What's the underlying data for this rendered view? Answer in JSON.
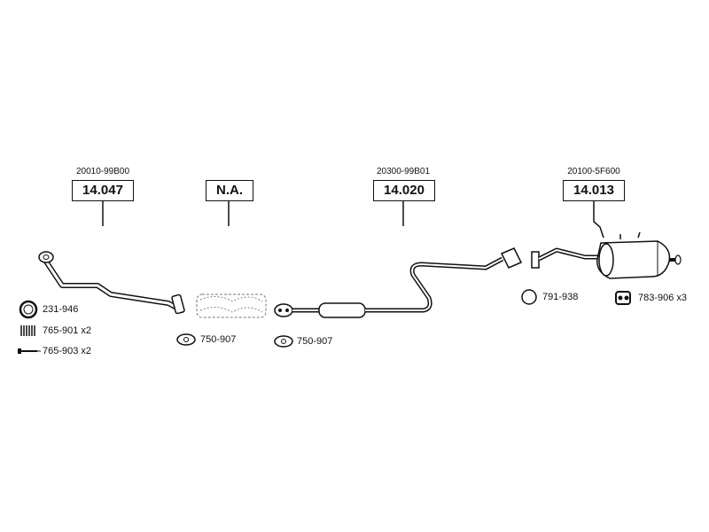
{
  "sections": [
    {
      "oe": "20010-99B00",
      "ref": "14.047"
    },
    {
      "oe": "",
      "ref": "N.A."
    },
    {
      "oe": "20300-99B01",
      "ref": "14.020"
    },
    {
      "oe": "20100-5F600",
      "ref": "14.013"
    }
  ],
  "parts": [
    {
      "code": "231-946",
      "icon": "gasket-ring-icon"
    },
    {
      "code": "765-901 x2",
      "icon": "spring-icon"
    },
    {
      "code": "765-903 x2",
      "icon": "bolt-icon"
    },
    {
      "code": "750-907",
      "icon": "flange-gasket-icon"
    },
    {
      "code": "750-907",
      "icon": "flange-gasket-icon"
    },
    {
      "code": "791-938",
      "icon": "ring-icon"
    },
    {
      "code": "783-906 x3",
      "icon": "rubber-mount-icon"
    }
  ]
}
